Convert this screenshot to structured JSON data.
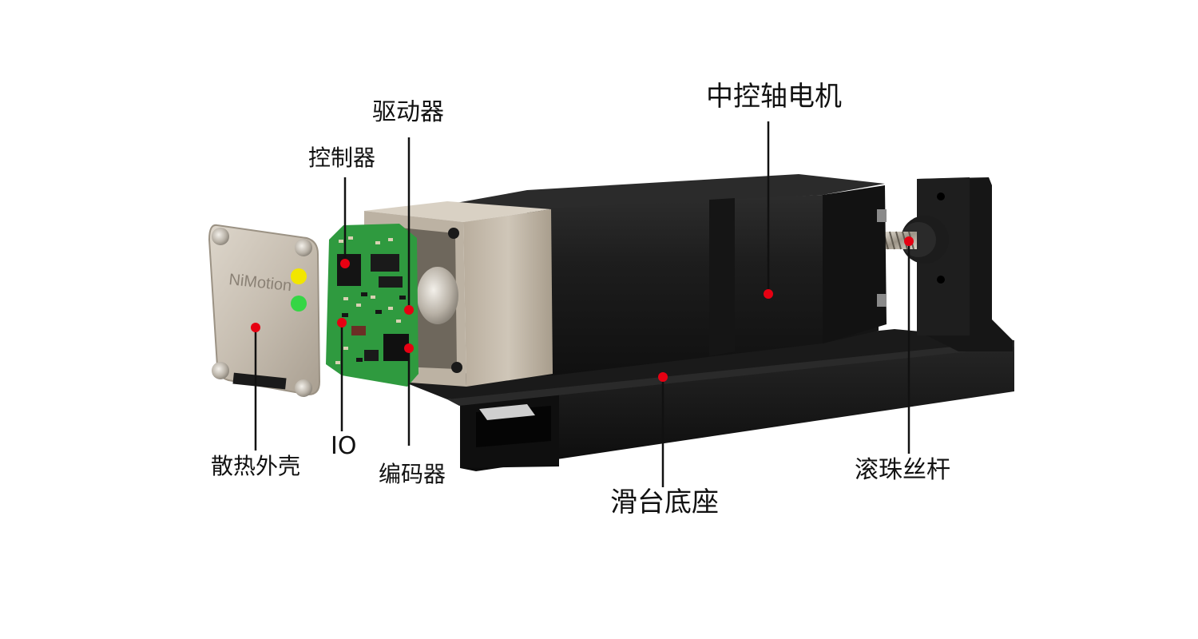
{
  "brand_text": "NiMotion",
  "labels": {
    "motor": "中控轴电机",
    "driver": "驱动器",
    "controller": "控制器",
    "housing": "散热外壳",
    "io": "IO",
    "encoder": "编码器",
    "slide_base": "滑台底座",
    "ball_screw": "滚珠丝杆"
  },
  "colors": {
    "marker": "#e60012",
    "leader_line": "#111111",
    "pcb_green": "#2f9a3f",
    "led_yellow": "#f2e600",
    "led_green": "#35d645",
    "motor_body": "#1c1c1c",
    "aluminum": "#c3b9aa",
    "housing_plate": "#c9c0b4"
  }
}
